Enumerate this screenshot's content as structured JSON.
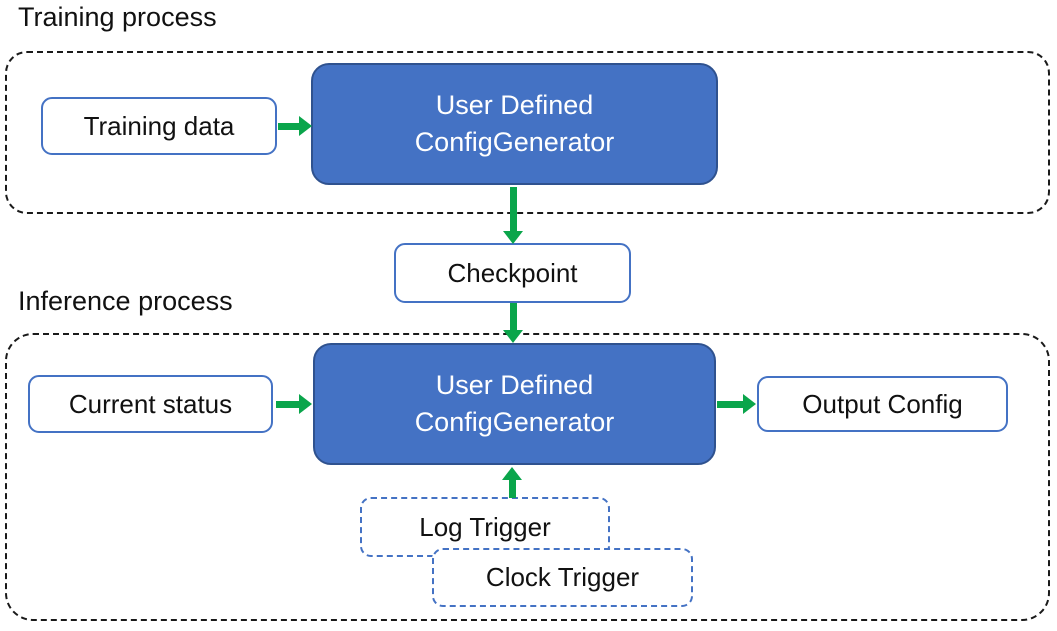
{
  "diagram": {
    "training": {
      "section_label": "Training process",
      "input_box": "Training data",
      "generator": {
        "line1": "User Defined",
        "line2": "ConfigGenerator"
      }
    },
    "checkpoint_box": "Checkpoint",
    "inference": {
      "section_label": "Inference process",
      "input_box": "Current status",
      "generator": {
        "line1": "User Defined",
        "line2": "ConfigGenerator"
      },
      "output_box": "Output Config",
      "log_trigger_box": "Log Trigger",
      "clock_trigger_box": "Clock Trigger"
    },
    "flows": [
      {
        "from": "Training data",
        "to": "User Defined ConfigGenerator (training)",
        "direction": "right"
      },
      {
        "from": "User Defined ConfigGenerator (training)",
        "to": "Checkpoint",
        "direction": "down"
      },
      {
        "from": "Checkpoint",
        "to": "User Defined ConfigGenerator (inference)",
        "direction": "down"
      },
      {
        "from": "Current status",
        "to": "User Defined ConfigGenerator (inference)",
        "direction": "right"
      },
      {
        "from": "User Defined ConfigGenerator (inference)",
        "to": "Output Config",
        "direction": "right"
      },
      {
        "from": "Log Trigger / Clock Trigger",
        "to": "User Defined ConfigGenerator (inference)",
        "direction": "up"
      }
    ]
  },
  "colors": {
    "generator_fill": "#4472C4",
    "generator_border": "#2F528F",
    "io_box_border": "#4472C4",
    "trigger_border": "#4472C4",
    "arrow_green": "#0AA54B",
    "container_dash": "#1a1a1a",
    "text_dark": "#111111",
    "text_light": "#FFFFFF"
  }
}
